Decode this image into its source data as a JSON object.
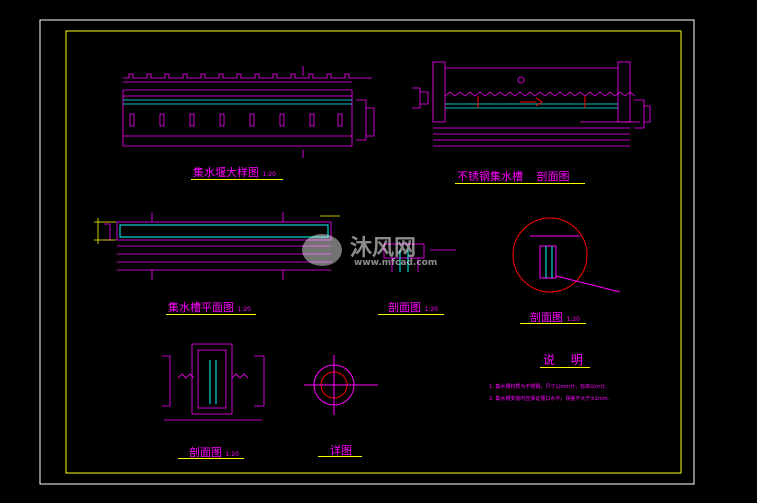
{
  "colors": {
    "background": "#000000",
    "frame": "#ffffff",
    "inner_frame": "#ffff00",
    "drawing": "#ff00ff",
    "water": "#00ffff",
    "section": "#ff0000",
    "dimension": "#ffff00"
  },
  "titles": {
    "weir_detail": "集水堰大样图",
    "weir_detail_scale": "1:20",
    "steel_trough_section": "不锈钢集水槽",
    "steel_trough_section_suffix": "剖面图",
    "trough_plan": "集水槽平面图",
    "trough_plan_scale": "1:20",
    "section_small": "剖面图",
    "section_small_scale": "1:20",
    "section_circle": "剖面图",
    "section_circle_scale": "1:20",
    "section_bottom": "剖面图",
    "section_bottom_scale": "1:20",
    "detail_a": "详图"
  },
  "notes": {
    "heading": "说  明",
    "line1": "1. 集水槽材质为不锈钢，尺寸以mm计，标高以m计。",
    "line2": "2. 集水槽安装时应保证堰口水平，误差不大于±1mm。"
  },
  "watermark": {
    "brand": "沐风网",
    "url": "www.mfcad.com"
  }
}
